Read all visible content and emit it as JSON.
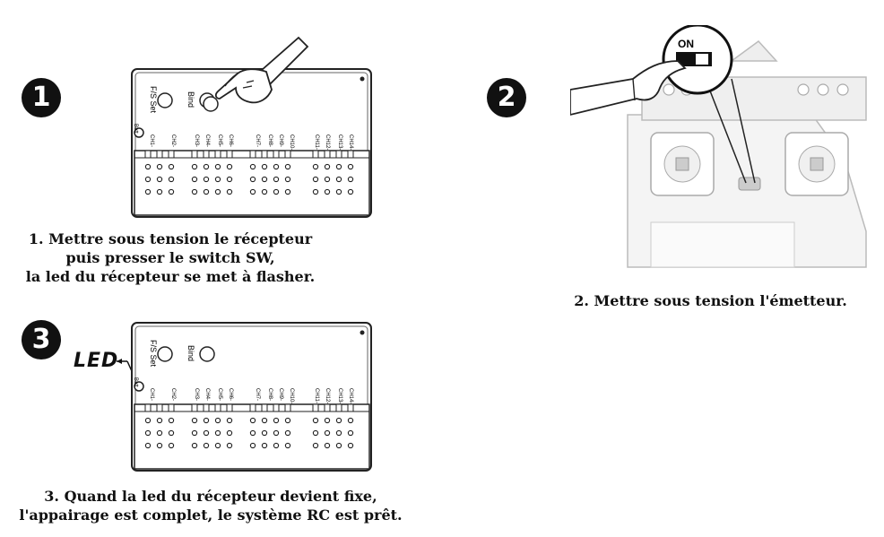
{
  "steps": [
    {
      "badge": "1",
      "caption": [
        "1. Mettre sous tension le récepteur",
        "puis presser le switch SW,",
        "la led du récepteur se met à flasher."
      ]
    },
    {
      "badge": "2",
      "caption": [
        "2. Mettre sous tension l'émetteur."
      ],
      "switch_label": "ON"
    },
    {
      "badge": "3",
      "caption": [
        "3. Quand la led du récepteur devient fixe,",
        "l'appairage est complet, le système RC est prêt."
      ],
      "led_label": "LED"
    }
  ],
  "receiver": {
    "fs_set_label": "F/S Set",
    "bind_label": "Bind",
    "batt_label": "Batt",
    "channels": [
      "CH1-",
      "CH2-",
      "CH3-",
      "CH4-",
      "CH5-",
      "CH6-",
      "CH7-",
      "CH8-",
      "CH9-",
      "CH10-",
      "CH11-",
      "CH12-",
      "CH13-",
      "CH14-"
    ]
  }
}
